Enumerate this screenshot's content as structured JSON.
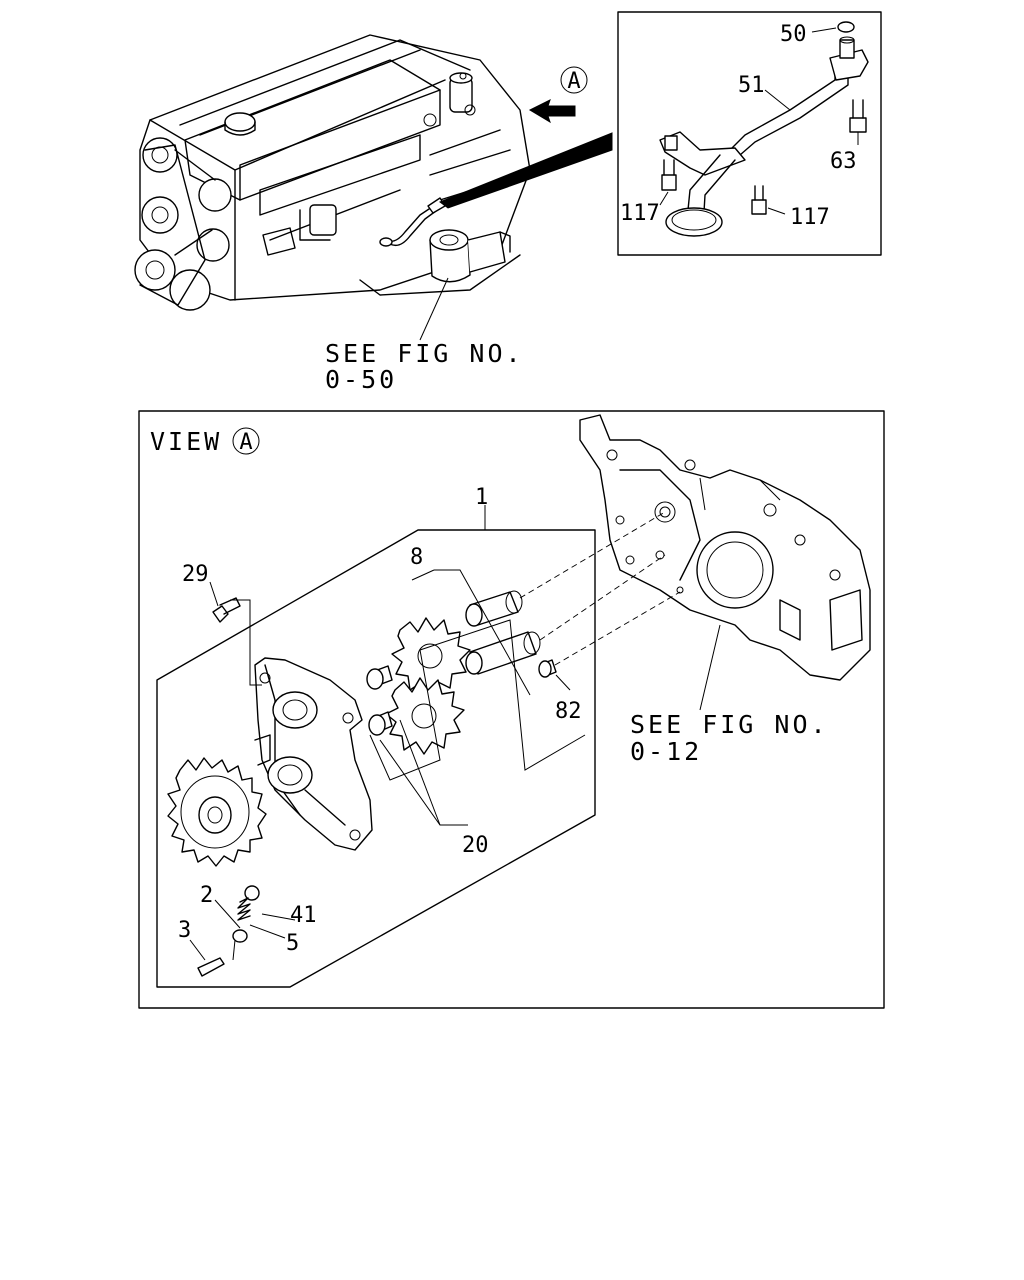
{
  "top": {
    "marker": "A",
    "see_fig": {
      "line1": "SEE FIG NO.",
      "line2": "0-50"
    }
  },
  "inset": {
    "callouts": {
      "c50": "50",
      "c51": "51",
      "c63": "63",
      "c117a": "117",
      "c117b": "117"
    }
  },
  "view": {
    "title": "VIEW",
    "marker": "A",
    "see_fig": {
      "line1": "SEE FIG NO.",
      "line2": "0-12"
    },
    "callouts": {
      "c1": "1",
      "c2": "2",
      "c3": "3",
      "c5": "5",
      "c8": "8",
      "c20": "20",
      "c29": "29",
      "c41": "41",
      "c82": "82"
    }
  }
}
